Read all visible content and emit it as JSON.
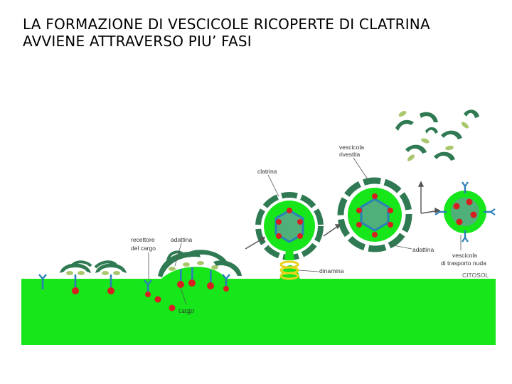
{
  "title": {
    "line1": "LA FORMAZIONE DI VESCICOLE RICOPERTE DI CLATRINA",
    "line2": "AVVIENE ATTRAVERSO PIU’ FASI"
  },
  "labels": {
    "recettore_line1": "recettore",
    "recettore_line2": "del cargo",
    "adattina_top": "adattina",
    "cargo": "cargo",
    "clatrina": "clatrina",
    "dinamina": "dinamina",
    "vescicola_rivestita_line1": "vescicola",
    "vescicola_rivestita_line2": "rivestita",
    "adattina_right": "adattina",
    "vescicola_nuda_line1": "vescicola",
    "vescicola_nuda_line2": "di trasporto nuda",
    "citosol": "CITOSOL"
  },
  "colors": {
    "membrane": "#16e61a",
    "clathrin": "#2f7a52",
    "adaptin": "#a9c76c",
    "receptor": "#2a7fb8",
    "cargo": "#d71f1f",
    "vesicle_core": "#4fb07a",
    "dynamin": "#e9d21d"
  }
}
